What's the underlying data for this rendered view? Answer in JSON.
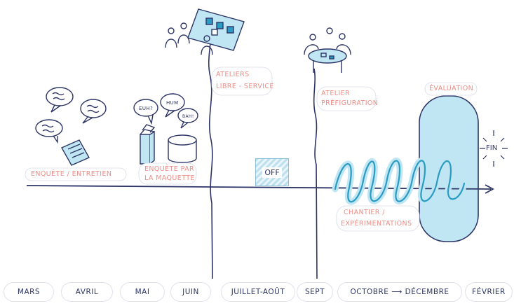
{
  "stages": {
    "enquete": "ENQUÊTE / ENTRETIEN",
    "enquete_maquette_1": "ENQUÊTE PAR",
    "enquete_maquette_2": "LA MAQUETTE",
    "ateliers_1": "ATELIERS",
    "ateliers_2": "LIBRE - SERVICE",
    "atelier_pref_1": "ATELIER",
    "atelier_pref_2": "PRÉFIGURATION",
    "chantier_1": "CHANTIER /",
    "chantier_2": "EXPÉRIMENTATIONS",
    "evaluation": "ÉVALUATION"
  },
  "bubbles": {
    "euh": "EUH?",
    "hum": "HUM",
    "bah": "BAH!"
  },
  "off_label": "OFF",
  "fin_label": "FIN",
  "months": {
    "mars": "MARS",
    "avril": "AVRIL",
    "mai": "MAI",
    "juin": "JUIN",
    "juillet_aout": "JUILLET-AOÛT",
    "sept": "SEPT",
    "octobre_decembre": "OCTOBRE ⟶ DÉCEMBRE",
    "fevrier": "FÉVRIER"
  },
  "colors": {
    "ink": "#2d3566",
    "accent_label": "#ef8c86",
    "blue_fill": "#bfe6f2",
    "blue_stroke": "#2a9cc4",
    "blue_dark": "#1f7fa6"
  }
}
